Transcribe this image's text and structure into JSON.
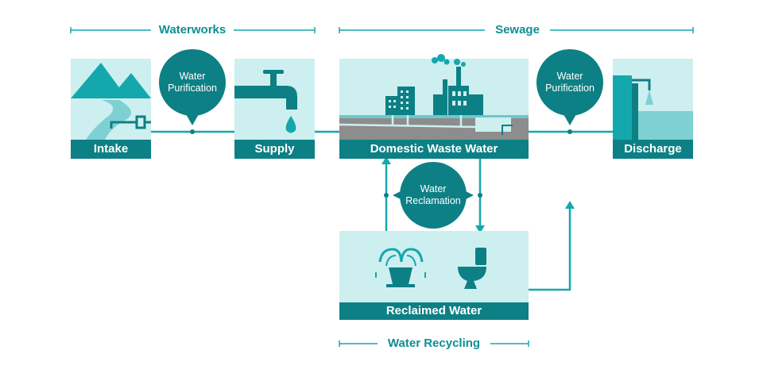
{
  "sections": {
    "waterworks": "Waterworks",
    "sewage": "Sewage",
    "recycling": "Water Recycling"
  },
  "nodes": {
    "intake": "Intake",
    "supply": "Supply",
    "domestic": "Domestic Waste Water",
    "discharge": "Discharge",
    "reclaimed": "Reclaimed Water"
  },
  "bubbles": {
    "purification_1": {
      "line1": "Water",
      "line2": "Purification"
    },
    "purification_2": {
      "line1": "Water",
      "line2": "Purification"
    },
    "reclamation": {
      "line1": "Water",
      "line2": "Reclamation"
    }
  },
  "colors": {
    "teal_dark": "#0d8085",
    "teal": "#14a8ad",
    "teal_light": "#cdeff0",
    "grey": "#8d8d8d"
  }
}
